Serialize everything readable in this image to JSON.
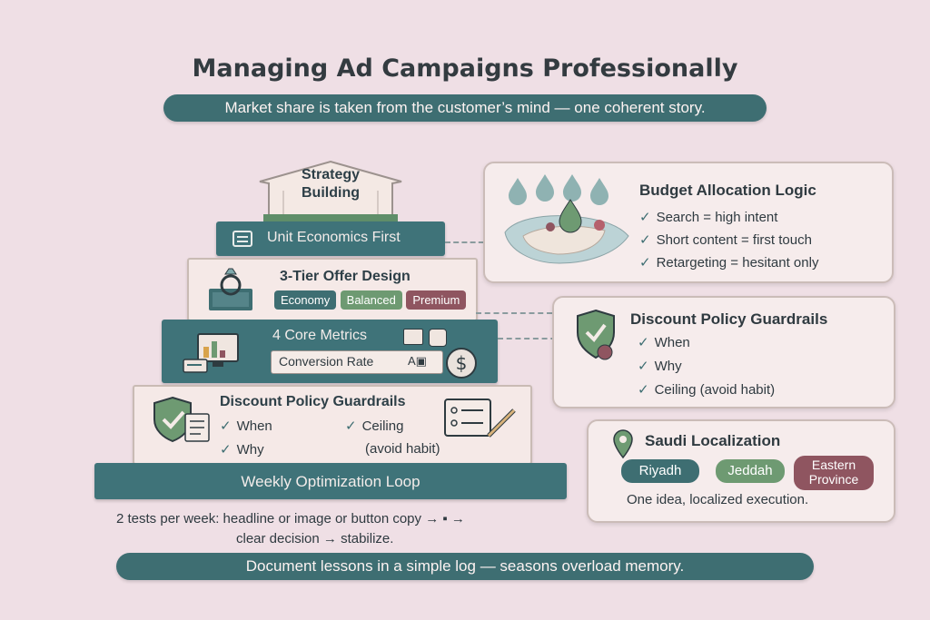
{
  "title": "Managing Ad Campaigns Professionally",
  "subtitle": "Market share is taken from the customer’s mind — one coherent story.",
  "pyramid": {
    "roof_line1": "Strategy",
    "roof_line2": "Building",
    "tier1": "Unit Economics First",
    "tier2": {
      "title": "3-Tier Offer Design",
      "tags": [
        "Economy",
        "Balanced",
        "Premium"
      ]
    },
    "tier3": {
      "title": "4 Core Metrics",
      "sub": "Conversion Rate",
      "sub_badge": "A▣"
    },
    "tier4": {
      "title": "Discount Policy Guardrails",
      "items": [
        "When",
        "Why",
        "Ceiling",
        "(avoid habit)"
      ]
    },
    "base": "Weekly Optimization Loop"
  },
  "loop_note_line1": "2 tests per week: headline or image or button copy",
  "loop_note_line2": "clear decision",
  "loop_note_line3": "stabilize.",
  "footer": "Document lessons in a simple log — seasons overload memory.",
  "cards": {
    "budget": {
      "title": "Budget Allocation Logic",
      "items": [
        "Search = high intent",
        "Short content = first touch",
        "Retargeting = hesitant only"
      ]
    },
    "discount": {
      "title": "Discount Policy Guardrails",
      "items": [
        "When",
        "Why",
        "Ceiling (avoid habit)"
      ]
    },
    "saudi": {
      "title": "Saudi Localization",
      "cities": [
        "Riyadh",
        "Jeddah",
        "Eastern Province"
      ],
      "note": "One idea, localized execution."
    }
  },
  "colors": {
    "teal": "#3e6e72",
    "green": "#6e9a72",
    "plum": "#8f5560",
    "background": "#efdfe5"
  }
}
